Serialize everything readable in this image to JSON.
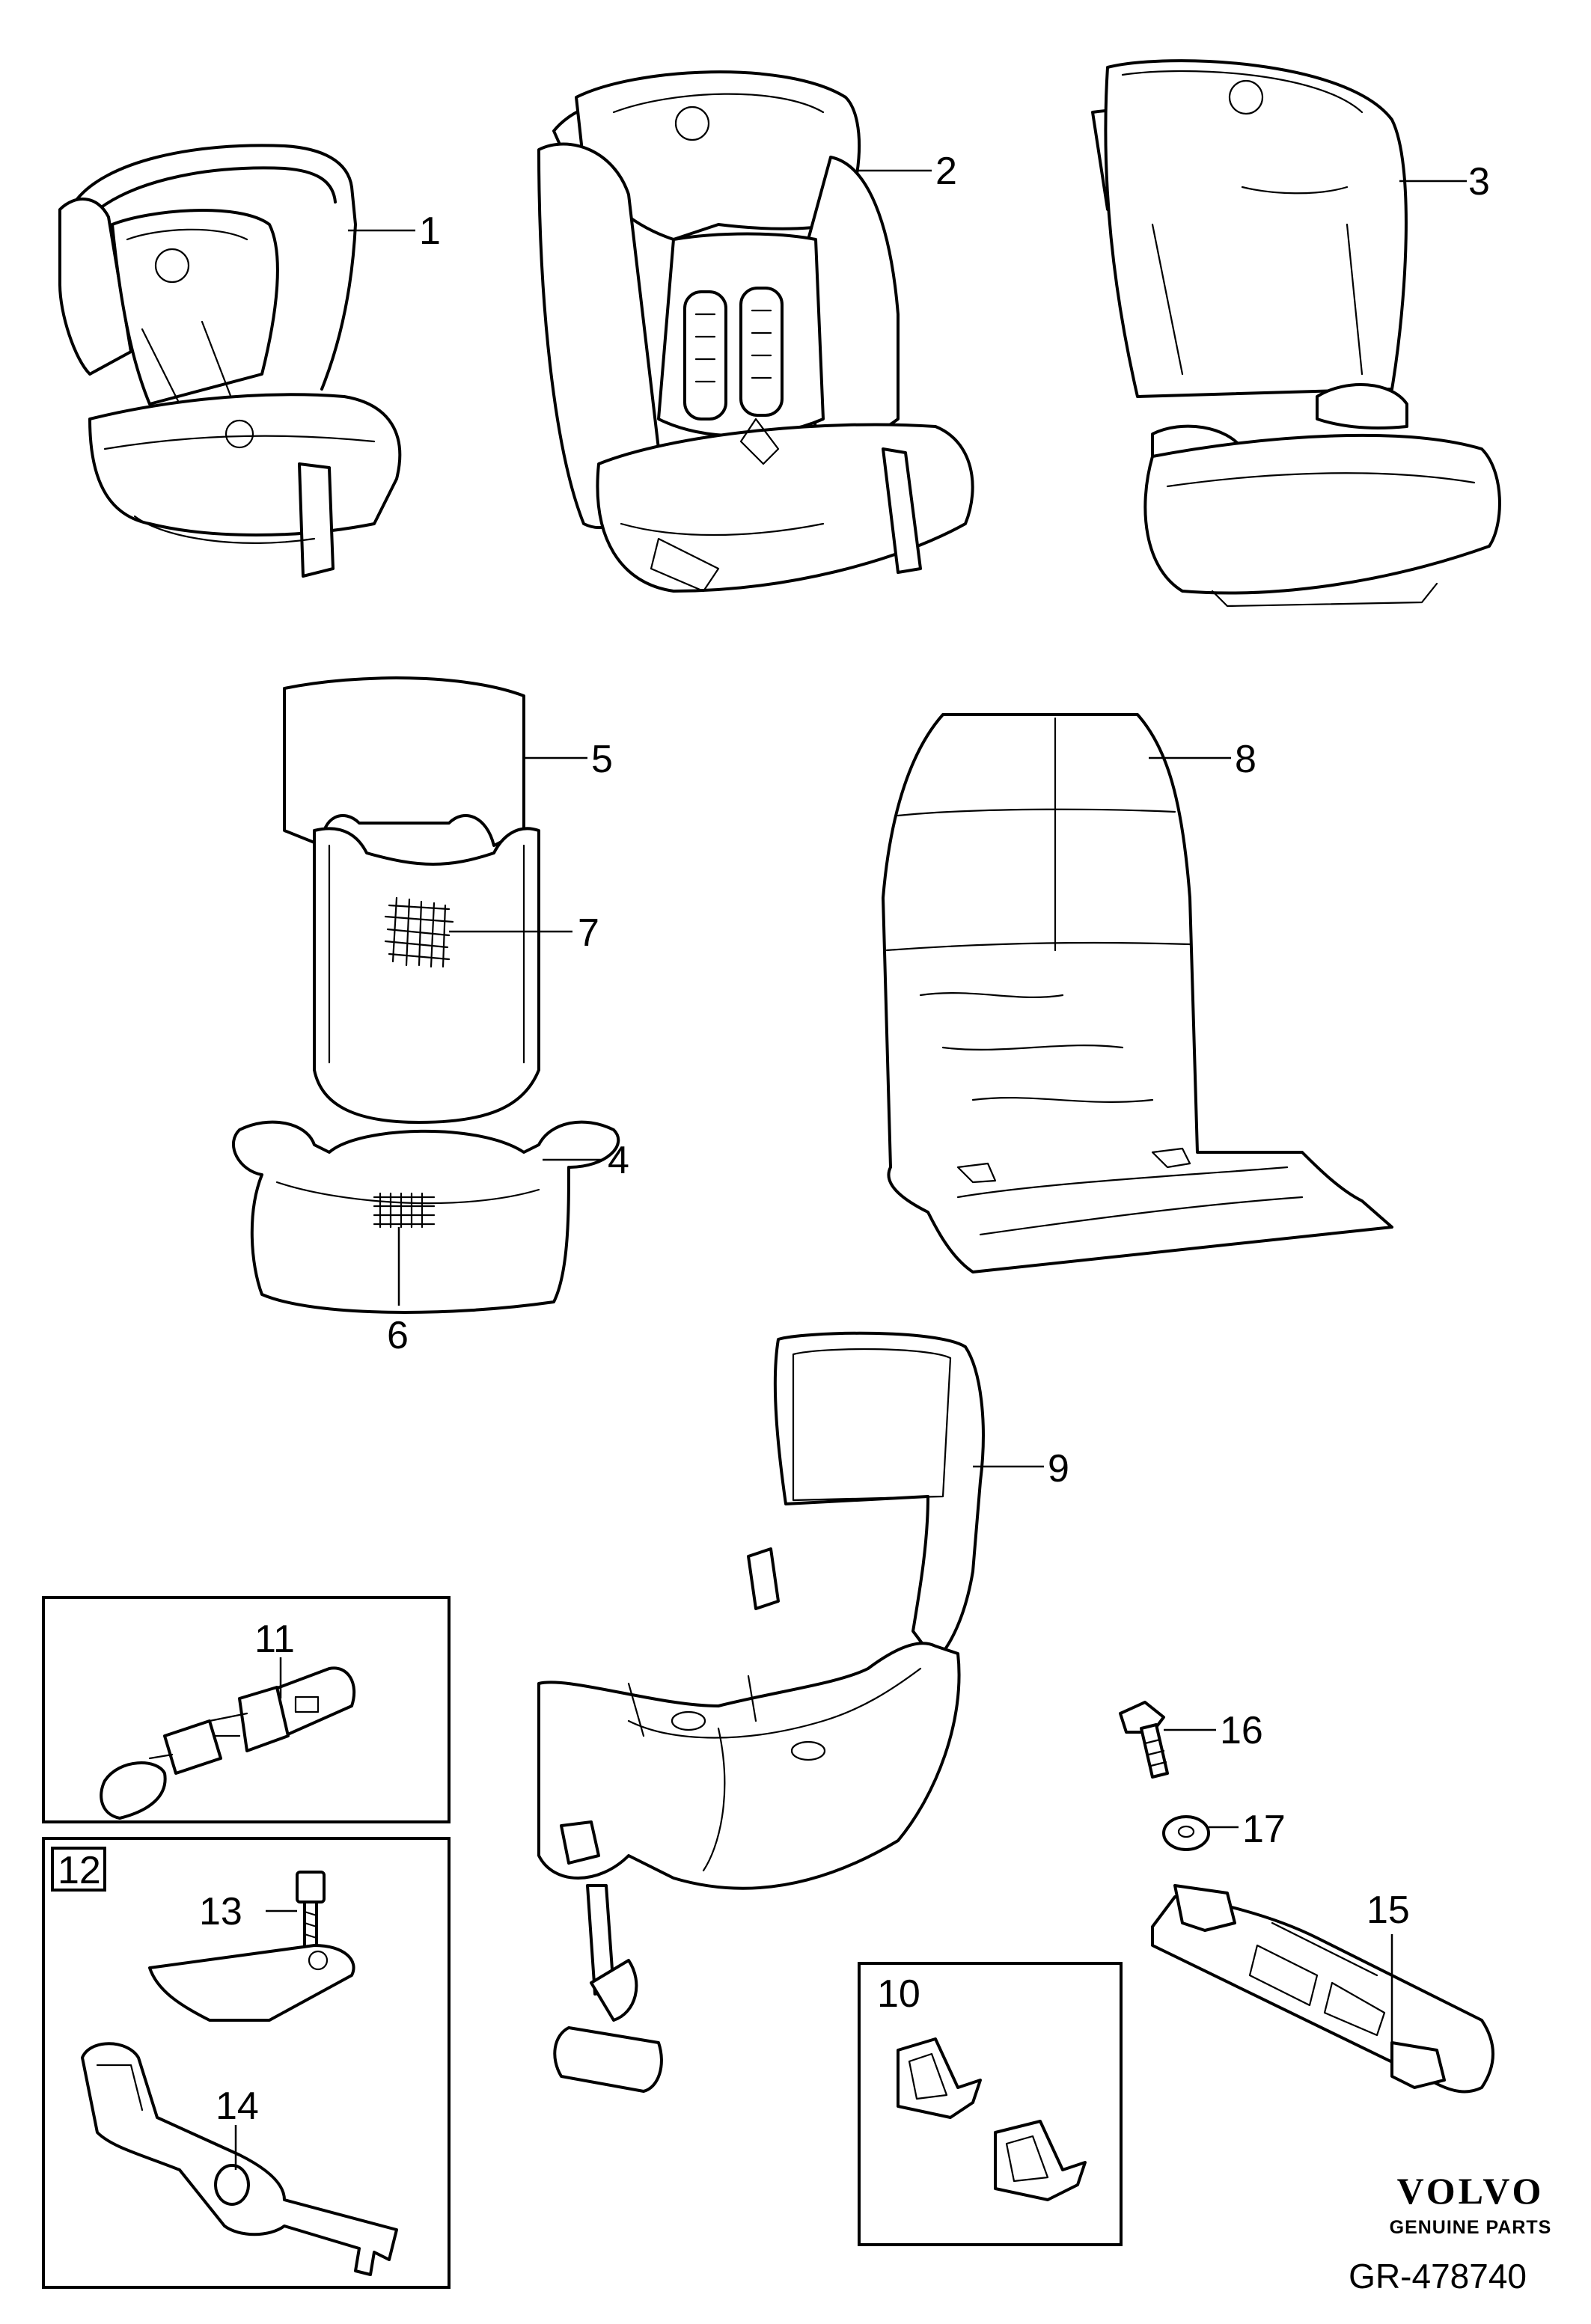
{
  "diagram": {
    "callouts": {
      "c1": "1",
      "c2": "2",
      "c3": "3",
      "c4": "4",
      "c5": "5",
      "c6": "6",
      "c7": "7",
      "c8": "8",
      "c9": "9",
      "c10": "10",
      "c11": "11",
      "c12": "12",
      "c13": "13",
      "c14": "14",
      "c15": "15",
      "c16": "16",
      "c17": "17"
    },
    "brand": {
      "name": "VOLVO",
      "tagline": "GENUINE PARTS"
    },
    "reference_code": "GR-478740"
  }
}
